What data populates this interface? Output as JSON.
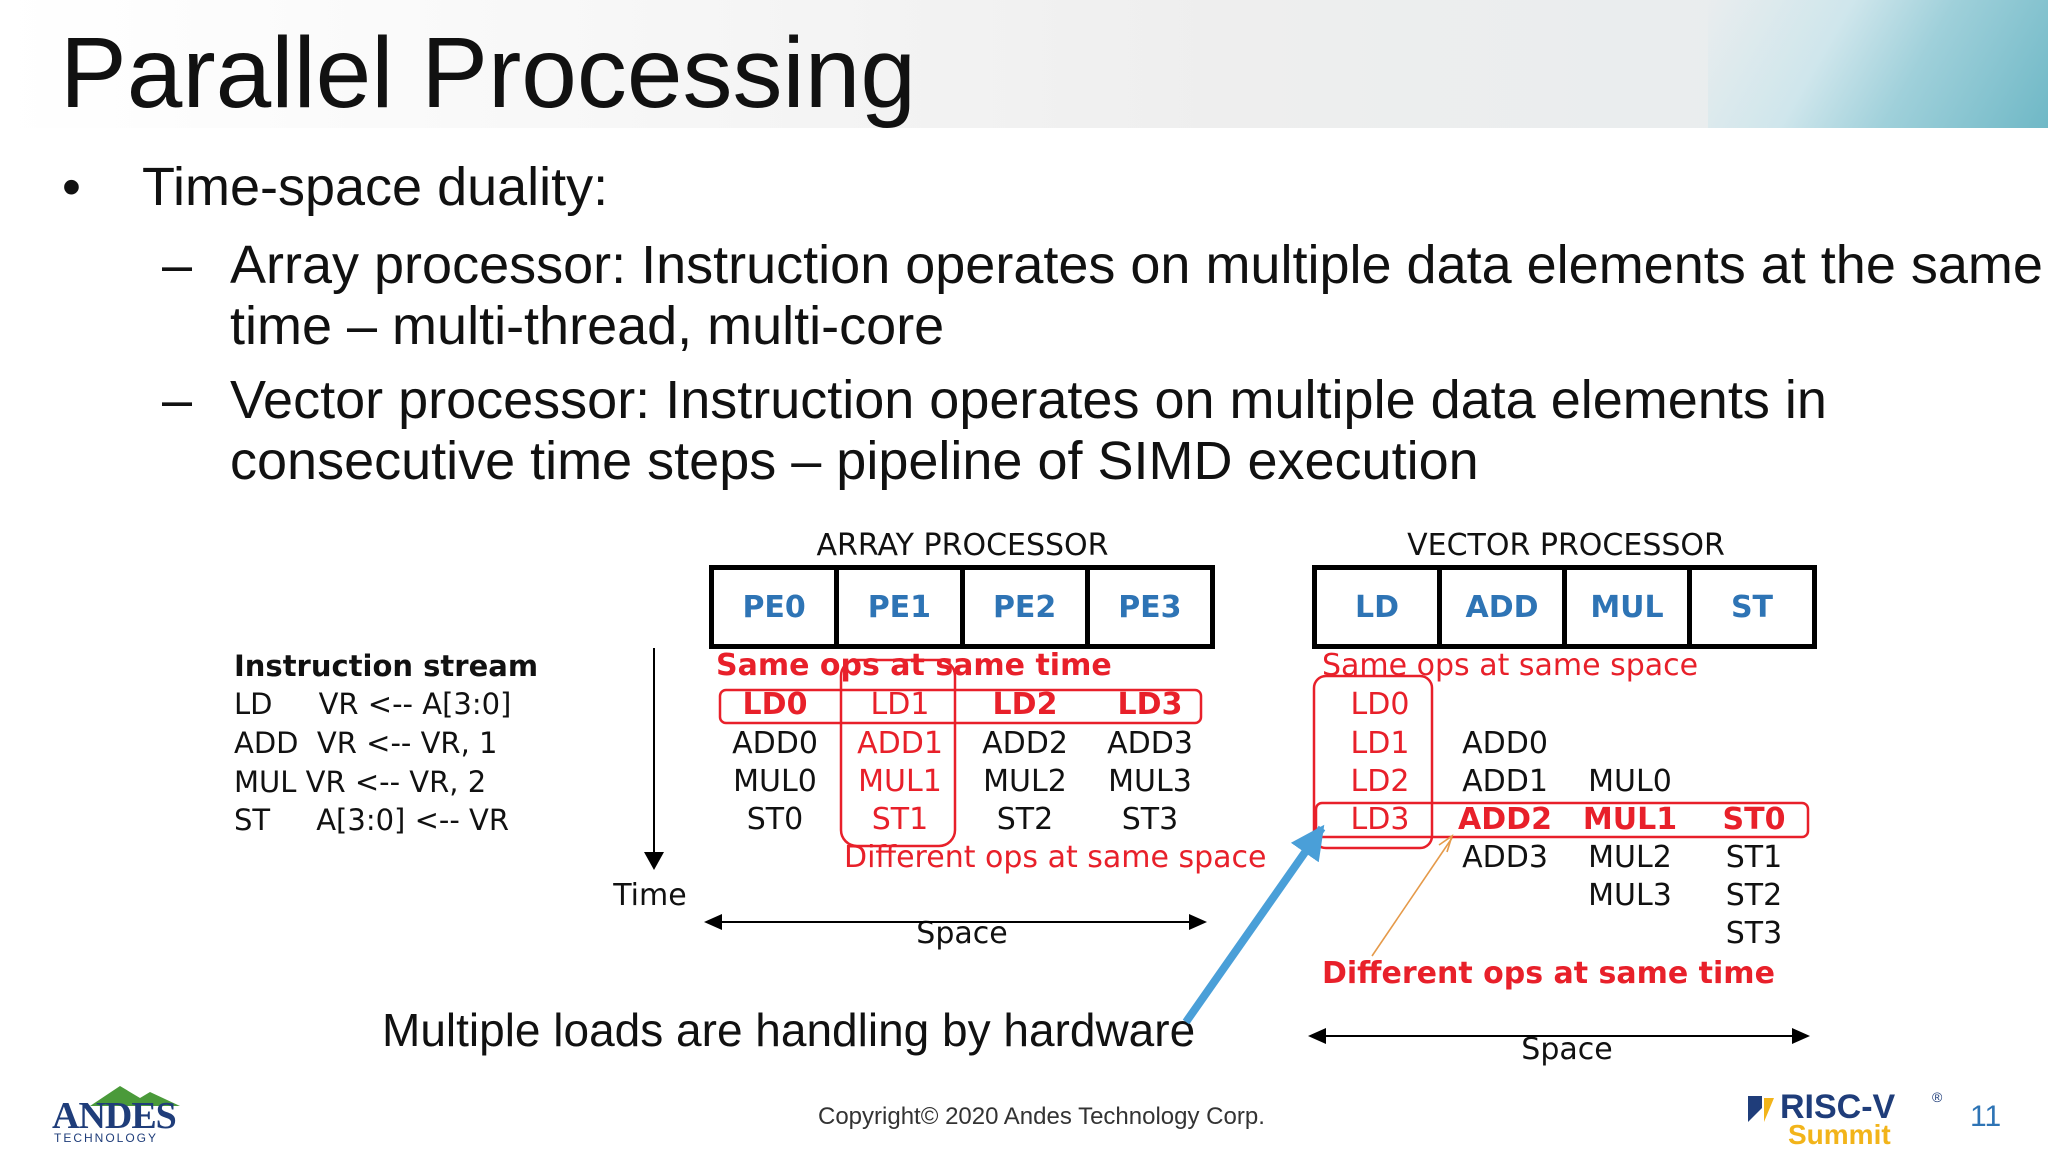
{
  "slide": {
    "title": "Parallel Processing",
    "bullet_marker": "•",
    "bullet": "Time-space duality:",
    "dash": "–",
    "sub1_line1": "Array processor: Instruction operates on multiple data elements at the same",
    "sub1_line2": "time – multi-thread, multi-core",
    "sub2_line1": "Vector processor: Instruction operates on multiple data elements in",
    "sub2_line2": "consecutive time steps – pipeline of SIMD execution"
  },
  "stream": {
    "title": "Instruction stream",
    "lines": [
      "LD     VR <-- A[3:0]",
      "ADD  VR <-- VR, 1",
      "MUL VR <-- VR, 2",
      "ST     A[3:0] <-- VR"
    ]
  },
  "time_axis": {
    "label": "Time"
  },
  "array": {
    "title": "ARRAY PROCESSOR",
    "headers": [
      "PE0",
      "PE1",
      "PE2",
      "PE3"
    ],
    "rows": [
      [
        "LD0",
        "LD1",
        "LD2",
        "LD3"
      ],
      [
        "ADD0",
        "ADD1",
        "ADD2",
        "ADD3"
      ],
      [
        "MUL0",
        "MUL1",
        "MUL2",
        "MUL3"
      ],
      [
        "ST0",
        "ST1",
        "ST2",
        "ST3"
      ]
    ],
    "same_time_label": "Same ops at same time",
    "diff_space_label": "Different ops at same space",
    "space_label": "Space"
  },
  "vector": {
    "title": "VECTOR PROCESSOR",
    "headers": [
      "LD",
      "ADD",
      "MUL",
      "ST"
    ],
    "col_LD": [
      "LD0",
      "LD1",
      "LD2",
      "LD3"
    ],
    "col_ADD": [
      "ADD0",
      "ADD1",
      "ADD2",
      "ADD3"
    ],
    "col_MUL": [
      "MUL0",
      "MUL1",
      "MUL2",
      "MUL3"
    ],
    "col_ST": [
      "ST0",
      "ST1",
      "ST2",
      "ST3"
    ],
    "same_space_label": "Same ops at same space",
    "diff_time_label": "Different ops at same time",
    "space_label": "Space"
  },
  "annotation": {
    "text": "Multiple loads are handling by hardware"
  },
  "footer": {
    "copyright": "Copyright© 2020 Andes Technology Corp.",
    "andes_logo_word": "ANDES",
    "andes_logo_sub": "TECHNOLOGY",
    "riscv_word": "RISC-V",
    "riscv_reg": "®",
    "riscv_sub": "Summit",
    "page_number": "11"
  },
  "colors": {
    "header_blue": "#2e74b5",
    "highlight_red": "#e8202a",
    "arrow_blue": "#4a9fd8",
    "pointer_orange": "#e59a4a"
  }
}
